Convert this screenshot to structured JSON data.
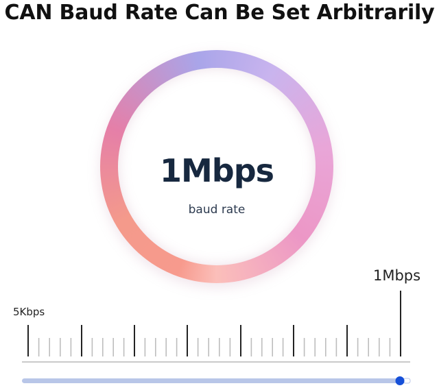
{
  "header": {
    "title": "CAN Baud Rate Can Be Set Arbitrarily"
  },
  "dial": {
    "value": "1Mbps",
    "label": "baud rate"
  },
  "scale": {
    "min_label": "5Kbps",
    "max_label": "1Mbps"
  },
  "slider": {
    "level": 1.0,
    "track_color": "#b8c6e8",
    "thumb_color": "#1650d8"
  }
}
